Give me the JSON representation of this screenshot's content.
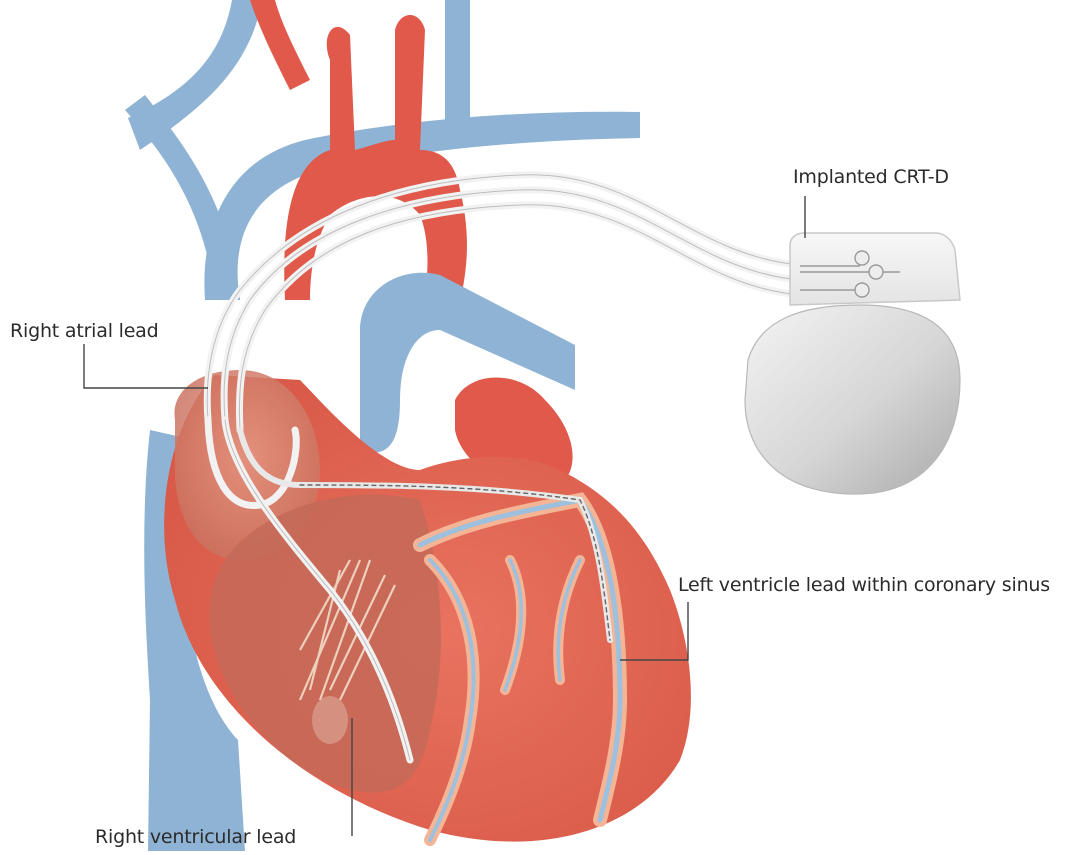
{
  "labels": {
    "device": "Implanted CRT-D",
    "right_atrial": "Right atrial lead",
    "left_ventricle": "Left ventricle lead within coronary sinus",
    "right_ventricular": "Right ventricular lead"
  },
  "colors": {
    "vein_blue": "#8fb3d4",
    "artery_red": "#e0594a",
    "heart_muscle": "#e26a58",
    "heart_light": "#ec8b78",
    "vessel_highlight": "#f4b596",
    "device_gray": "#d8d8d8",
    "lead_white": "#f2f2f2",
    "callout_line": "#444444"
  },
  "icons": {
    "device": "crt-d-device-icon",
    "heart": "heart-illustration"
  }
}
